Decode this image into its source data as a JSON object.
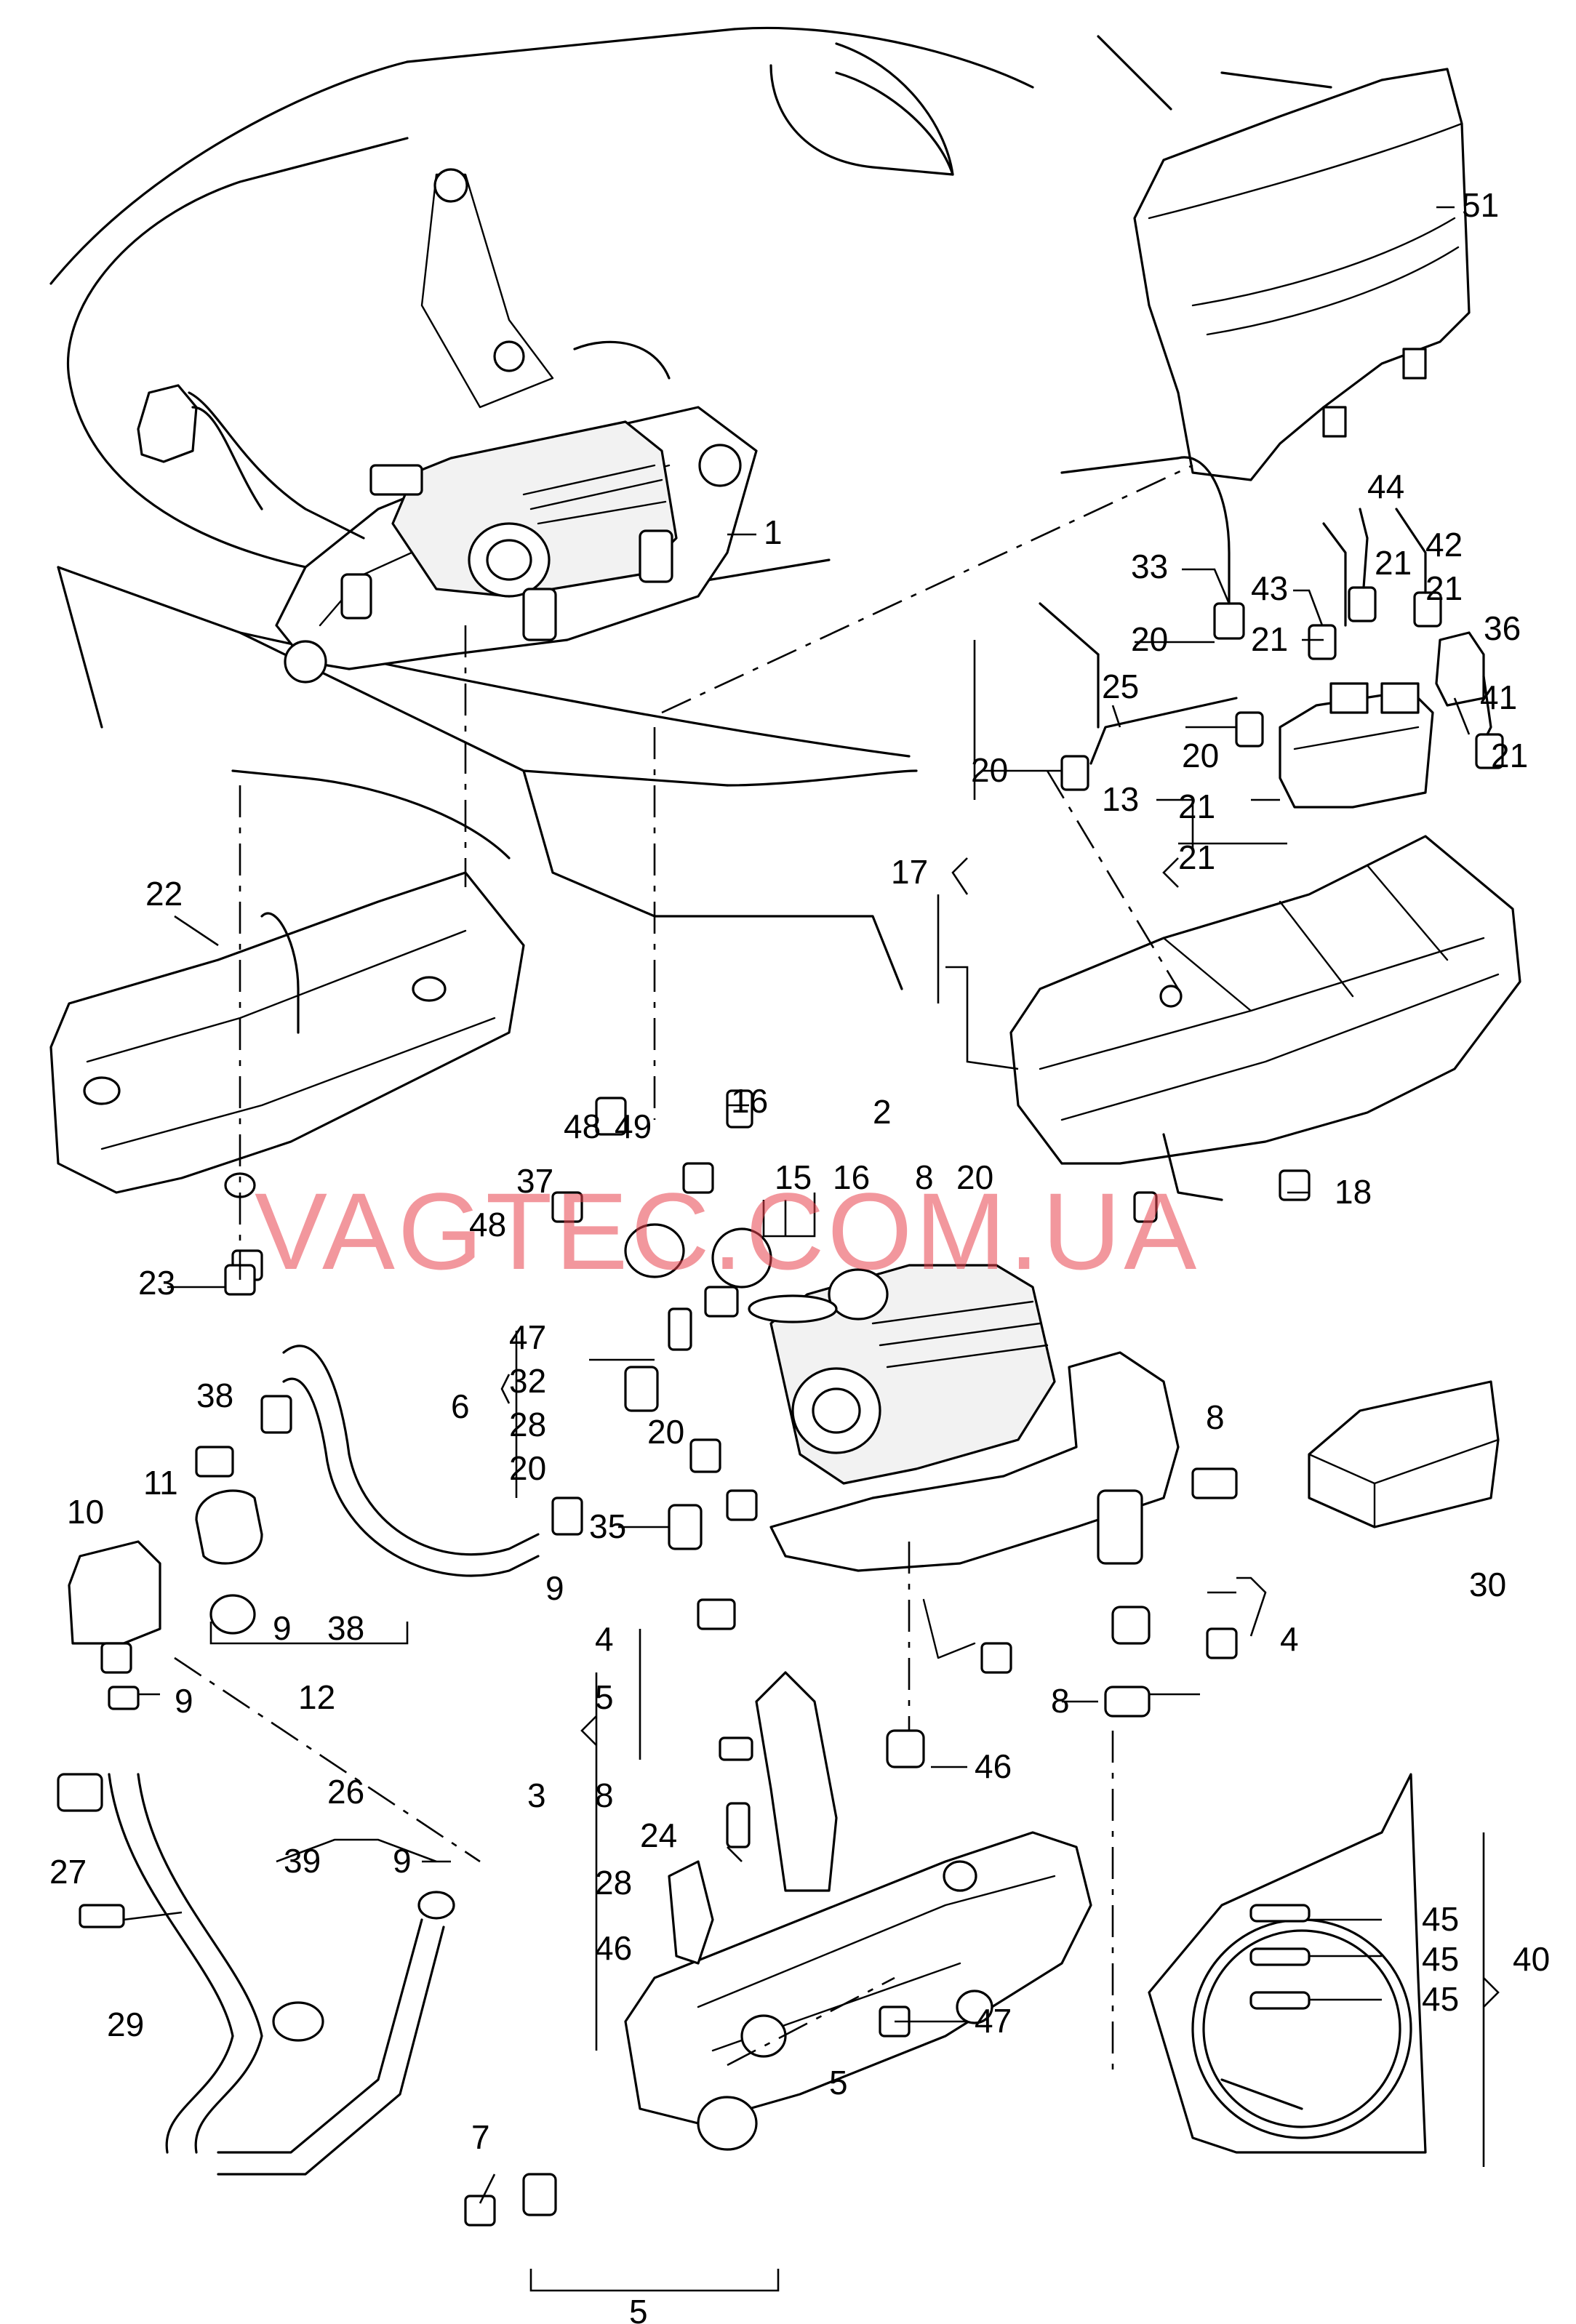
{
  "watermark": "VAGTEC.COM.UA",
  "callouts": [
    {
      "id": "c51",
      "text": "51"
    },
    {
      "id": "c1",
      "text": "1"
    },
    {
      "id": "c44",
      "text": "44"
    },
    {
      "id": "c42",
      "text": "42"
    },
    {
      "id": "c43",
      "text": "43"
    },
    {
      "id": "c21a",
      "text": "21"
    },
    {
      "id": "c21b",
      "text": "21"
    },
    {
      "id": "c33",
      "text": "33"
    },
    {
      "id": "c20a",
      "text": "20"
    },
    {
      "id": "c21c",
      "text": "21"
    },
    {
      "id": "c36",
      "text": "36"
    },
    {
      "id": "c25",
      "text": "25"
    },
    {
      "id": "c41",
      "text": "41"
    },
    {
      "id": "c20b",
      "text": "20"
    },
    {
      "id": "c21d",
      "text": "21"
    },
    {
      "id": "c20c",
      "text": "20"
    },
    {
      "id": "c13",
      "text": "13"
    },
    {
      "id": "c21e",
      "text": "21"
    },
    {
      "id": "c21f",
      "text": "21"
    },
    {
      "id": "c17",
      "text": "17"
    },
    {
      "id": "c22",
      "text": "22"
    },
    {
      "id": "c16a",
      "text": "16"
    },
    {
      "id": "c48a",
      "text": "48"
    },
    {
      "id": "c49",
      "text": "49"
    },
    {
      "id": "c2",
      "text": "2"
    },
    {
      "id": "c37",
      "text": "37"
    },
    {
      "id": "c15",
      "text": "15"
    },
    {
      "id": "c16b",
      "text": "16"
    },
    {
      "id": "c8a",
      "text": "8"
    },
    {
      "id": "c20d",
      "text": "20"
    },
    {
      "id": "c48b",
      "text": "48"
    },
    {
      "id": "c18",
      "text": "18"
    },
    {
      "id": "c23",
      "text": "23"
    },
    {
      "id": "c47a",
      "text": "47"
    },
    {
      "id": "c32",
      "text": "32"
    },
    {
      "id": "c6",
      "text": "6"
    },
    {
      "id": "c28a",
      "text": "28"
    },
    {
      "id": "c20e",
      "text": "20"
    },
    {
      "id": "c20f",
      "text": "20"
    },
    {
      "id": "c38a",
      "text": "38"
    },
    {
      "id": "c8b",
      "text": "8"
    },
    {
      "id": "c11",
      "text": "11"
    },
    {
      "id": "c10",
      "text": "10"
    },
    {
      "id": "c35",
      "text": "35"
    },
    {
      "id": "c30",
      "text": "30"
    },
    {
      "id": "c9a",
      "text": "9"
    },
    {
      "id": "c9b",
      "text": "9"
    },
    {
      "id": "c38b",
      "text": "38"
    },
    {
      "id": "c4a",
      "text": "4"
    },
    {
      "id": "c4b",
      "text": "4"
    },
    {
      "id": "c12",
      "text": "12"
    },
    {
      "id": "c9c",
      "text": "9"
    },
    {
      "id": "c5a",
      "text": "5"
    },
    {
      "id": "c8c",
      "text": "8"
    },
    {
      "id": "c46a",
      "text": "46"
    },
    {
      "id": "c26",
      "text": "26"
    },
    {
      "id": "c3",
      "text": "3"
    },
    {
      "id": "c8d",
      "text": "8"
    },
    {
      "id": "c27",
      "text": "27"
    },
    {
      "id": "c39",
      "text": "39"
    },
    {
      "id": "c9d",
      "text": "9"
    },
    {
      "id": "c24",
      "text": "24"
    },
    {
      "id": "c28b",
      "text": "28"
    },
    {
      "id": "c45a",
      "text": "45"
    },
    {
      "id": "c45b",
      "text": "45"
    },
    {
      "id": "c40",
      "text": "40"
    },
    {
      "id": "c46b",
      "text": "46"
    },
    {
      "id": "c45c",
      "text": "45"
    },
    {
      "id": "c29",
      "text": "29"
    },
    {
      "id": "c47b",
      "text": "47"
    },
    {
      "id": "c5b",
      "text": "5"
    },
    {
      "id": "c7",
      "text": "7"
    },
    {
      "id": "c5c",
      "text": "5"
    }
  ]
}
